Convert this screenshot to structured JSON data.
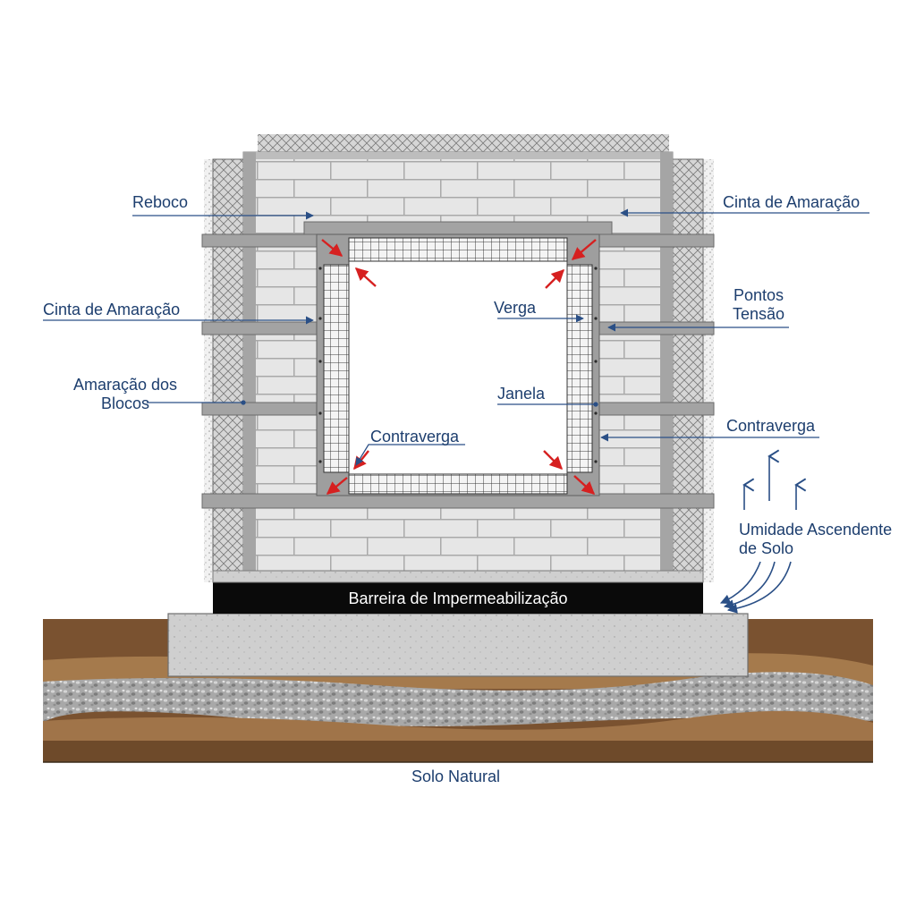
{
  "labels": {
    "reboco": "Reboco",
    "cinta_top_right": "Cinta de Amaração",
    "cinta_left": "Cinta de Amaração",
    "verga": "Verga",
    "pontos_line1": "Pontos",
    "pontos_line2": "Tensão",
    "amaracao_line1": "Amaração dos",
    "amaracao_line2": "Blocos",
    "janela": "Janela",
    "contraverga_left": "Contraverga",
    "contraverga_right": "Contraverga",
    "umidade_line1": "Umidade Ascendente",
    "umidade_line2": "de Solo",
    "barreira": "Barreira de Impermeabilização",
    "solo": "Solo Natural"
  },
  "colors": {
    "label_text": "#1d3e6e",
    "leader_line": "#2a4f86",
    "stress_arrow": "#d62020",
    "block": "#e6e6e6",
    "mortar": "#b9b9b9",
    "concrete_band": "#9d9d9d",
    "barrier": "#0a0a0a",
    "footing": "#c8c8c8",
    "soil_dark": "#6e4a2a",
    "soil_light": "#a57a4c",
    "gravel": "#9a9a9a"
  },
  "icons": [
    "stress-arrow-icon",
    "moisture-arrow-icon",
    "mesh-grid-icon"
  ]
}
